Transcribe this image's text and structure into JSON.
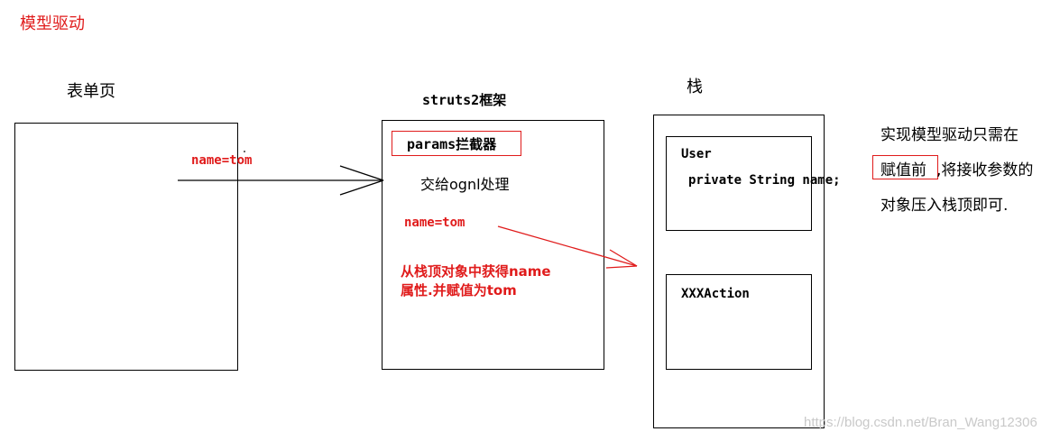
{
  "heading": "模型驱动",
  "form_page": {
    "title": "表单页",
    "param": "name=tom"
  },
  "framework": {
    "title": "struts2框架",
    "interceptor": "params拦截器",
    "ognl": "交给ognl处理",
    "param": "name=tom",
    "note_line1": "从栈顶对象中获得name",
    "note_line2": "属性.并赋值为tom"
  },
  "stack": {
    "title": "栈",
    "user_class": "User",
    "user_field": "private String name;",
    "action_class": "XXXAction"
  },
  "explanation": {
    "line1": "实现模型驱动只需在",
    "line2_highlight": "赋值前",
    "line2_rest": ",将接收参数的",
    "line3": "对象压入栈顶即可."
  },
  "watermark": "https://blog.csdn.net/Bran_Wang12306",
  "colors": {
    "annotation_red": "#e01b1b",
    "outline": "#000000",
    "watermark": "#c9c9c9"
  }
}
